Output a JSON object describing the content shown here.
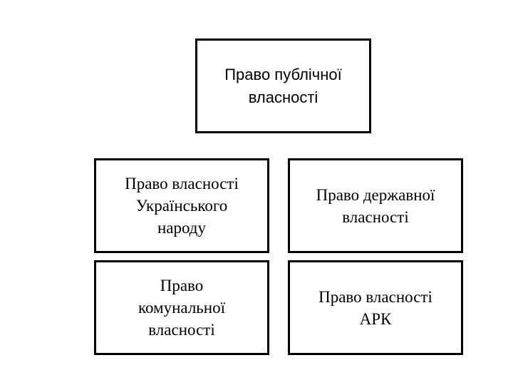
{
  "diagram": {
    "top": {
      "label": "Право публічної\nвласності"
    },
    "children": [
      {
        "label": "Право власності\nУкраїнського\nнароду"
      },
      {
        "label": "Право державної\nвласності"
      },
      {
        "label": "Право\nкомунальної\nвласності"
      },
      {
        "label": "Право власності\nАРК"
      }
    ]
  }
}
